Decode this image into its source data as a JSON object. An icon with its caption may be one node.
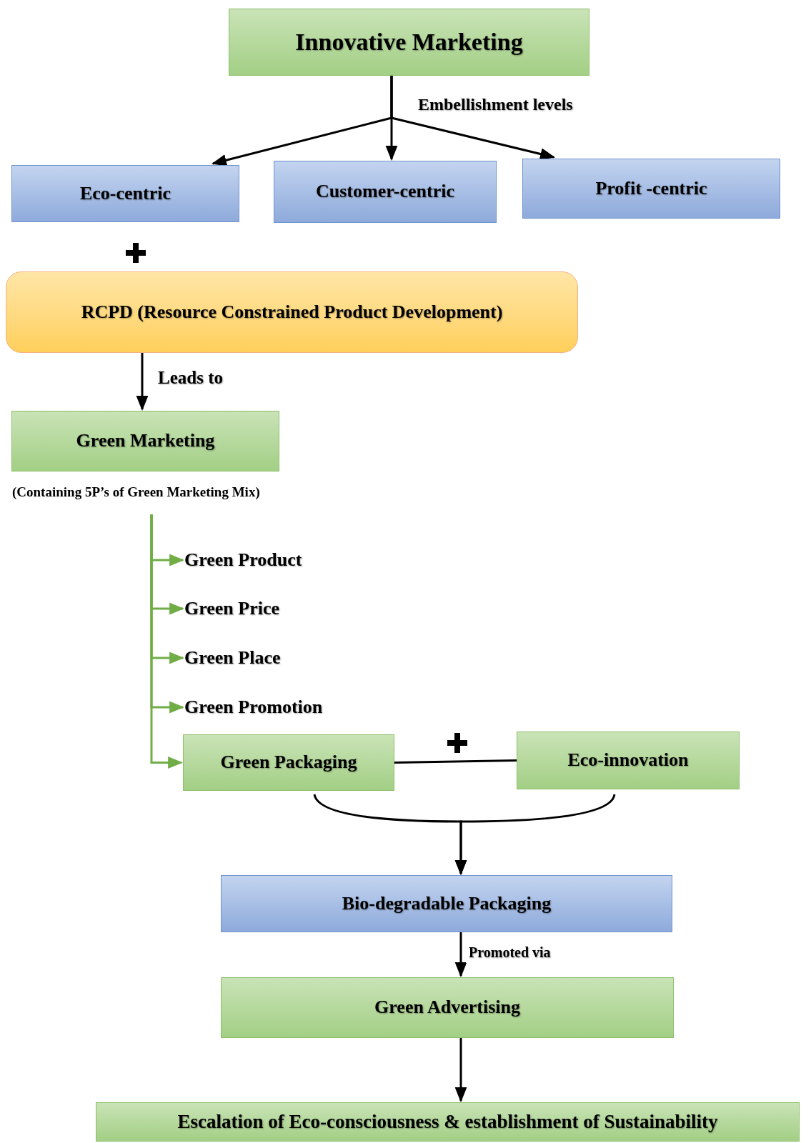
{
  "diagram": {
    "nodes": [
      {
        "text": [
          "Innovative Marketing"
        ]
      },
      {
        "text": [
          "Eco-centric"
        ]
      },
      {
        "text": [
          "Customer-centric"
        ]
      },
      {
        "text": [
          "Profit -centric"
        ]
      },
      {
        "text": [
          "RCPD (Resource Constrained Product Development)"
        ]
      },
      {
        "text": [
          "Green Marketing"
        ],
        "beside": [
          "(Containing  5P’s of Green Marketing Mix)"
        ]
      },
      {
        "text": [
          "Green Product"
        ]
      },
      {
        "text": [
          "Green Price"
        ]
      },
      {
        "text": [
          "Green Place"
        ]
      },
      {
        "text": [
          "Green Promotion"
        ]
      },
      {
        "text": [
          "Green Packaging"
        ]
      },
      {
        "text": [
          "Eco-innovation"
        ]
      },
      {
        "text": [
          "Bio-degradable Packaging"
        ]
      },
      {
        "text": [
          "Green Advertising"
        ]
      },
      {
        "text": [
          "Escalation of Eco-consciousness & establishment of Sustainability"
        ]
      }
    ],
    "edges": [
      {
        "from": 0,
        "to": 1,
        "arrow": "to"
      },
      {
        "from": 0,
        "to": 2,
        "arrow": "to"
      },
      {
        "from": 0,
        "to": 3,
        "arrow": "to"
      },
      {
        "from": 4,
        "to": 5,
        "arrow": "to",
        "label": "Leads to"
      },
      {
        "from": 5,
        "to": 6,
        "arrow": "to",
        "color": "#70ad47"
      },
      {
        "from": 5,
        "to": 7,
        "arrow": "to",
        "color": "#70ad47"
      },
      {
        "from": 5,
        "to": 8,
        "arrow": "to",
        "color": "#70ad47"
      },
      {
        "from": 5,
        "to": 9,
        "arrow": "to",
        "color": "#70ad47"
      },
      {
        "from": 5,
        "to": 10,
        "arrow": "to",
        "color": "#70ad47"
      },
      {
        "from": 10,
        "to": 11,
        "arrow": "none"
      },
      {
        "from": 10,
        "to": 12,
        "arrow": "to"
      },
      {
        "from": 11,
        "to": 12,
        "arrow": "to"
      },
      {
        "from": 12,
        "to": 13,
        "arrow": "to",
        "label": "Promoted via"
      },
      {
        "from": 13,
        "to": 14,
        "arrow": "to"
      }
    ],
    "labels": [
      "Embellishment levels"
    ]
  }
}
